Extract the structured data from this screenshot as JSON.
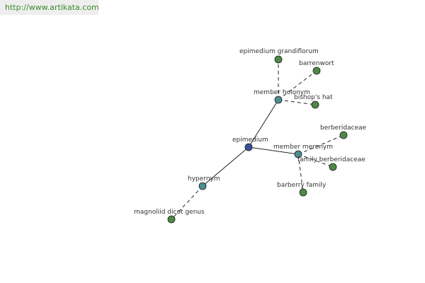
{
  "header": {
    "site_url": "http://www.artikata.com"
  },
  "colors": {
    "root": "#3a4f9a",
    "relation": "#4a8f8f",
    "term": "#4e8a46",
    "edge": "#222222"
  },
  "graph": {
    "nodes": [
      {
        "id": "epimedium",
        "label": "epimedium",
        "kind": "root"
      },
      {
        "id": "member-holonym",
        "label": "member holonym",
        "kind": "relation"
      },
      {
        "id": "member-meronym",
        "label": "member meronym",
        "kind": "relation"
      },
      {
        "id": "hypernym",
        "label": "hypernym",
        "kind": "relation"
      },
      {
        "id": "epimedium-grandiflorum",
        "label": "epimedium grandiflorum",
        "kind": "term"
      },
      {
        "id": "barrenwort",
        "label": "barrenwort",
        "kind": "term"
      },
      {
        "id": "bishops-hat",
        "label": "bishop's hat",
        "kind": "term"
      },
      {
        "id": "berberidaceae",
        "label": "berberidaceae",
        "kind": "term"
      },
      {
        "id": "family-berberidaceae",
        "label": "family berberidaceae",
        "kind": "term"
      },
      {
        "id": "barberry-family",
        "label": "barberry family",
        "kind": "term"
      },
      {
        "id": "magnoliid-dicot-genus",
        "label": "magnoliid dicot genus",
        "kind": "term"
      }
    ],
    "edges": [
      {
        "from": "epimedium",
        "to": "member-holonym",
        "style": "solid"
      },
      {
        "from": "epimedium",
        "to": "member-meronym",
        "style": "solid"
      },
      {
        "from": "epimedium",
        "to": "hypernym",
        "style": "solid"
      },
      {
        "from": "member-holonym",
        "to": "epimedium-grandiflorum",
        "style": "dashed"
      },
      {
        "from": "member-holonym",
        "to": "barrenwort",
        "style": "dashed"
      },
      {
        "from": "member-holonym",
        "to": "bishops-hat",
        "style": "dashed"
      },
      {
        "from": "member-meronym",
        "to": "berberidaceae",
        "style": "dashed"
      },
      {
        "from": "member-meronym",
        "to": "family-berberidaceae",
        "style": "dashed"
      },
      {
        "from": "member-meronym",
        "to": "barberry-family",
        "style": "dashed"
      },
      {
        "from": "hypernym",
        "to": "magnoliid-dicot-genus",
        "style": "dashed"
      }
    ]
  }
}
